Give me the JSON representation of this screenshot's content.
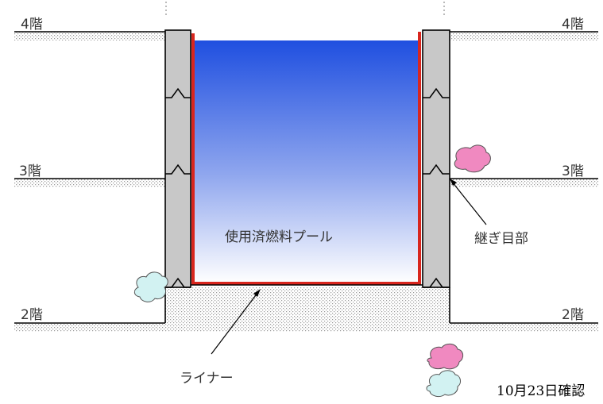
{
  "floors": {
    "left": [
      "4階",
      "3階",
      "2階"
    ],
    "right": [
      "4階",
      "3階",
      "2階"
    ]
  },
  "pool_label": "使用済燃料プール",
  "joint_label": "継ぎ目部",
  "liner_label": "ライナー",
  "date_label": "10月23日確認",
  "colors": {
    "pool_top": "#1f4fe0",
    "pool_bottom": "#ffffff",
    "liner": "#d8261e",
    "wall": "#c8c8c8",
    "stain_pink": "#f089c0",
    "stain_cyan": "#d2f2f2"
  }
}
